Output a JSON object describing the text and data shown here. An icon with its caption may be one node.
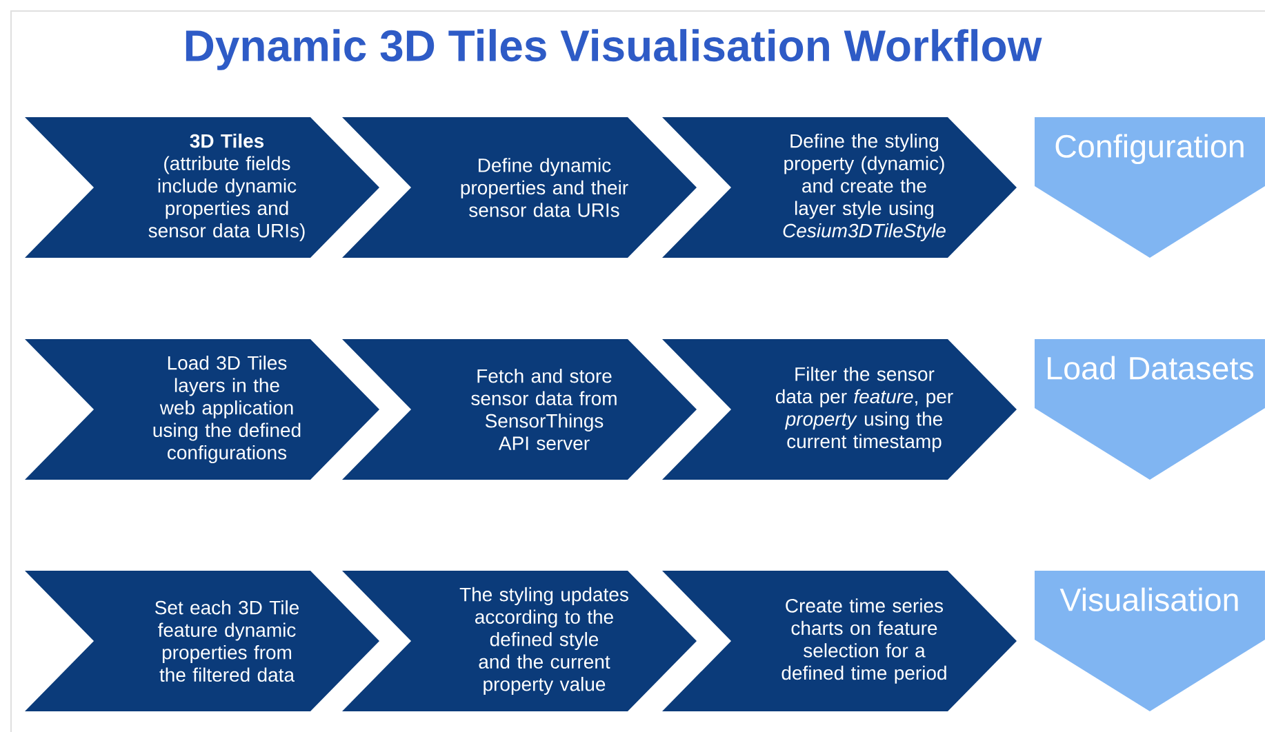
{
  "diagram": {
    "title": "Dynamic 3D Tiles Visualisation Workflow",
    "nodes": [
      {
        "text": [
          "3D Tiles",
          "(attribute fields include dynamic properties and sensor data URIs)"
        ]
      },
      {
        "text": [
          "Define dynamic properties and their sensor data URIs"
        ]
      },
      {
        "text": [
          "Define the styling property (dynamic) and create the layer style using *Cesium3DTileStyle*"
        ]
      },
      {
        "text": [
          "Configuration"
        ]
      },
      {
        "text": [
          "Load 3D Tiles layers in the web application using the defined configurations"
        ]
      },
      {
        "text": [
          "Fetch and store sensor data from SensorThings API server"
        ]
      },
      {
        "text": [
          "Filter the sensor data per *feature*, per *property* using the current timestamp"
        ]
      },
      {
        "text": [
          "Load Datasets"
        ]
      },
      {
        "text": [
          "Set each 3D Tile feature dynamic properties from the filtered data"
        ]
      },
      {
        "text": [
          "The styling updates according to the defined style and the current property value"
        ]
      },
      {
        "text": [
          "Create time series charts on feature selection for a defined time period"
        ]
      },
      {
        "text": [
          "Visualisation"
        ]
      }
    ]
  }
}
